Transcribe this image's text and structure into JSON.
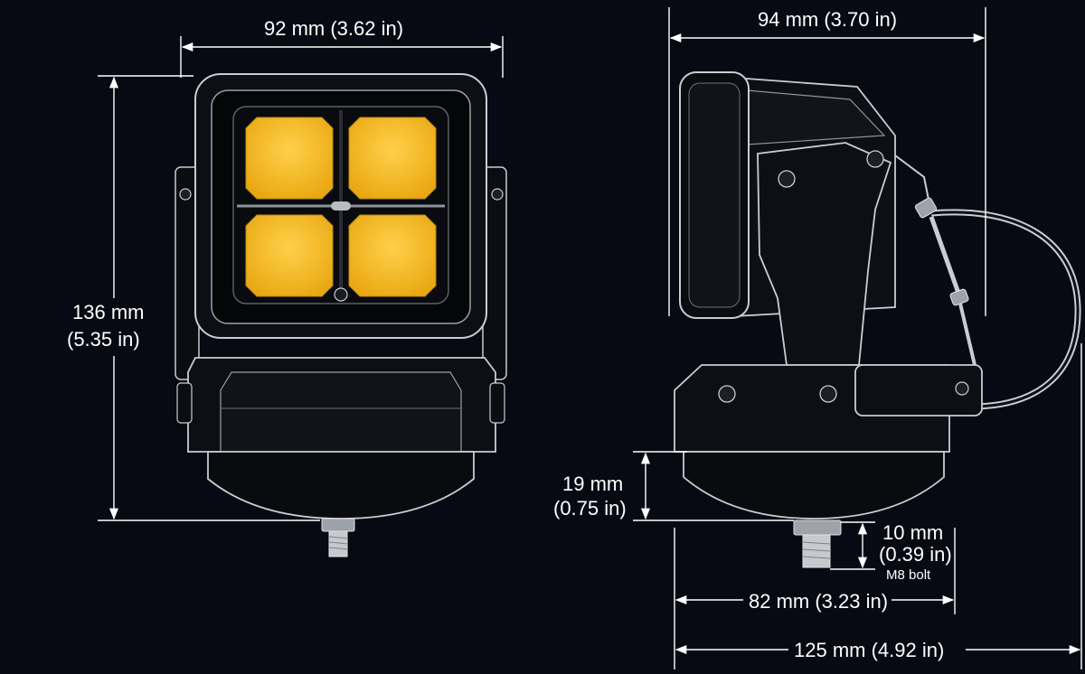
{
  "front_view": {
    "width_dim": "92 mm (3.62 in)",
    "height_dim_mm": "136 mm",
    "height_dim_in": "(5.35 in)"
  },
  "side_view": {
    "depth_dim": "94 mm (3.70 in)",
    "base_height_mm": "19 mm",
    "base_height_in": "(0.75 in)",
    "bolt_length_mm": "10 mm",
    "bolt_length_in": "(0.39 in)",
    "bolt_type": "M8 bolt",
    "base_diameter_dim": "82 mm (3.23 in)",
    "overall_length_dim": "125 mm (4.92 in)"
  },
  "colors": {
    "background": "#070a13",
    "housing": "#0d0f14",
    "outline": "#c9ccd2",
    "lens_amber": "#f7bd22",
    "dimension_line": "#ffffff"
  }
}
